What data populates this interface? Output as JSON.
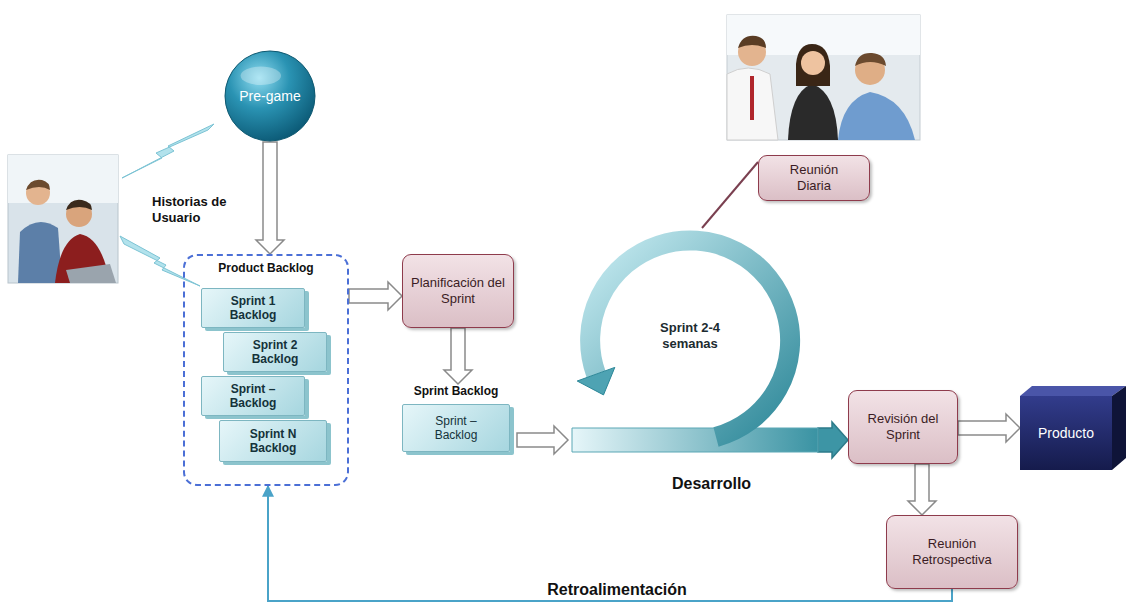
{
  "diagram": {
    "nodes": [
      {
        "text": [
          "Pre-game"
        ]
      },
      {
        "text": [
          "Product Backlog"
        ]
      },
      {
        "text": [
          "Sprint 1 Backlog"
        ],
        "in": 1
      },
      {
        "text": [
          "Sprint 2 Backlog"
        ],
        "in": 1
      },
      {
        "text": [
          "Sprint – Backlog"
        ],
        "in": 1
      },
      {
        "text": [
          "Sprint N Backlog"
        ],
        "in": 1
      },
      {
        "text": [
          "Planificación del Sprint"
        ]
      },
      {
        "text": [
          "Sprint Backlog",
          "Sprint – Backlog"
        ]
      },
      {
        "text": [
          "Sprint 2-4 semanas"
        ]
      },
      {
        "text": [
          "Reunión Diaria"
        ]
      },
      {
        "text": [
          "Revisión del Sprint"
        ]
      },
      {
        "text": [
          "Producto"
        ]
      },
      {
        "text": [
          "Reunión Retrospectiva"
        ]
      }
    ],
    "edges": [
      {
        "from": 0,
        "to": 1,
        "arrow": "to"
      },
      {
        "from": 1,
        "to": 6,
        "arrow": "to"
      },
      {
        "from": 6,
        "to": 7,
        "arrow": "to"
      },
      {
        "from": 7,
        "to": 8,
        "arrow": "to"
      },
      {
        "from": 8,
        "to": 10,
        "arrow": "to"
      },
      {
        "from": 9,
        "to": 8,
        "arrow": "none"
      },
      {
        "from": 10,
        "to": 11,
        "arrow": "to"
      },
      {
        "from": 10,
        "to": 12,
        "arrow": "to"
      },
      {
        "from": 12,
        "to": 1,
        "label": "Retroalimentación",
        "arrow": "to"
      }
    ],
    "labels": [
      "Historias de Usuario",
      "Desarrollo"
    ]
  }
}
